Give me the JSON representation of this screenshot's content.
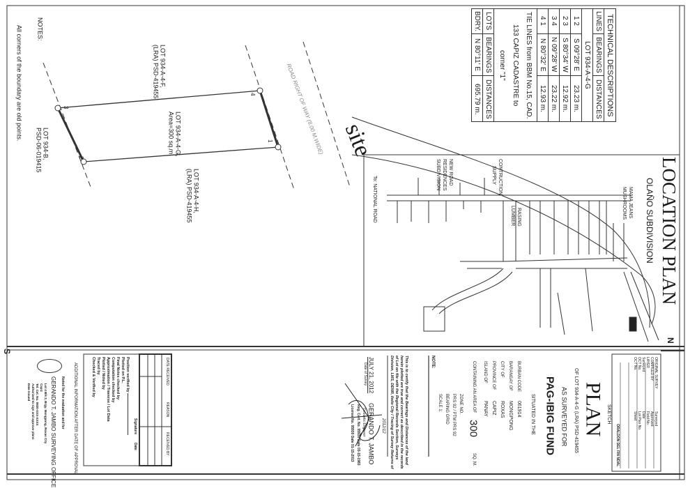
{
  "technical_descriptions": {
    "title": "TECHNICAL DESCRIPTIONS",
    "headers": [
      "LINES",
      "BEARINGS",
      "DISTANCES"
    ],
    "lot": "LOT 934-A-4-G",
    "rows": [
      {
        "lines": "1  2",
        "bearing": "S 09°28' E",
        "distance": "23.23 m."
      },
      {
        "lines": "2  3",
        "bearing": "S 80°34' W",
        "distance": "12.92 m."
      },
      {
        "lines": "3  4",
        "bearing": "N 09°28' W",
        "distance": "23.22 m."
      },
      {
        "lines": "4  1",
        "bearing": "N 80°32' E",
        "distance": "12.93 m."
      }
    ],
    "tie_lines": [
      "TIE LINES from BBM No.15, CAD.",
      "133 CAPIZ CADASTRE to",
      "corner \"1\""
    ],
    "tie_headers": [
      "LOTS",
      "BEARINGS",
      "DISTANCES"
    ],
    "tie_row": {
      "lots": "BDRY.",
      "bearing": "N 80°11' E",
      "distance": "695.79 m."
    }
  },
  "location_plan": {
    "title": "LOCATION PLAN",
    "subtitle": "OLAÑO SUBDIVISION",
    "labels": {
      "mama_jeans": "MAMA JEANS",
      "mushrooms": "MUSHROOMS",
      "construction": "CONTRUCTION",
      "supply": "SUPPLY",
      "new_road": "NEW ROAD",
      "residences": "RESIDENCES",
      "subdivision": "SUBDIVISION",
      "rasing": "RASING",
      "lumber": "LUMBER",
      "national_road": "To: NATIONAL ROAD"
    },
    "site_label": "site"
  },
  "lot_plan": {
    "road": "ROAD RIGHT OF WAY (8.00 M.WIDE)",
    "lot_f": [
      "LOT 934-A-4-F,",
      "(LRA) PSD-419455"
    ],
    "lot_g": [
      "LOT 934-A-4-G,",
      "Area=300 sq.m."
    ],
    "lot_h": [
      "LOT 934-A-4-H,",
      "(LRA) PSD-419455"
    ],
    "lot_b": [
      "LOT 934-B,",
      "PSD-06-019415"
    ],
    "corners": [
      "1",
      "2",
      "3",
      "4"
    ],
    "notes_title": "NOTES:",
    "notes": "All corners of the boundary are old points."
  },
  "title_block": {
    "north": "N",
    "south": "S",
    "form_labels": [
      "ORIGINAL SURVEY",
      "COMPILED BY",
      "LAYER",
      "Surveyed",
      "OCT No.",
      "OCT No."
    ],
    "form_right": [
      "Surveyed",
      "Approved",
      "Field No.",
      "Date",
      "Lot Plan No.",
      "Sheet",
      "ORALDON DEL FIN NDAL"
    ],
    "sketch": "SKETCH",
    "plan": "PLAN",
    "of_lot": "OF LOT 934-A-4-G (LRA) PSD-419455",
    "as_surveyed": "AS SURVEYED FOR",
    "client": "PAG-IBIG FUND",
    "situated": "SITUATED IN THE",
    "fields": [
      {
        "label": "BURBAN CODE",
        "value": "061914"
      },
      {
        "label": "BARANGAY OF",
        "value": "MONGPONG"
      },
      {
        "label": "CITY OF",
        "value": "ROXAS"
      },
      {
        "label": "PROVINCE OF",
        "value": "CAPIZ"
      },
      {
        "label": "ISLAND OF",
        "value": "PANAY"
      }
    ],
    "area_label": "CONTAINING AN AREA OF",
    "area_value": "300",
    "area_unit": "SQ. M.",
    "zone": "ZONE NO.",
    "prs": "PRS 92 / PTM PRS 92",
    "bearing": "BEARING GRID",
    "scale": "SCALE 1:",
    "cert_note": "NOTE:",
    "cert_lines": [
      "This is to certify that the Bearings and Distances of the land herein",
      "plotted are true and correct as described in the records of Lot",
      "on file with the Regional Records Section, Surveys Division, LMS,",
      "DENR, Iloilo City / Tracing of Survey Returns of"
    ],
    "cert_ref": "2012/12",
    "survey_date": "JULY 21, 2012",
    "survey_date_label": "Date of Survey",
    "engineer": "GERANDO T. JAMBO",
    "engineer_title": "Geodetic Engineer",
    "reg_cert": "Reg. Cert. No. 05930   Date 03-15-1983",
    "license": "License No. 05930   Date 01-15-2013"
  },
  "records_table": {
    "headers": [
      "DATE RECEIVED",
      "REASON",
      "RECEIVED BY"
    ]
  },
  "verification": {
    "lines": [
      "Position verified by",
      "Plotted on P.L.",
      "Final Notes checked by",
      "Computation checked by",
      "Approximation / Traverse / Lot Data",
      "Plotted / Noted by",
      "Traced by",
      "Checked & Verified by"
    ],
    "signature": "Signature",
    "date": "Date",
    "additional": "ADDITIONAL INFORMATION AFTER DATE OF APPROVAL",
    "office_note": "Noted for the evaluation and for",
    "office": "GERANDO T. JAMBO SURVEYING OFFICE",
    "office_lines": [
      "Lot 4 Blk 2, Brgy. Mongpong, Roxas City",
      "Capiz",
      "Tel. Cel. No. 0920-XXX-XXXX",
      "Authorized to sign and approve plans",
      "Date Issued"
    ]
  }
}
